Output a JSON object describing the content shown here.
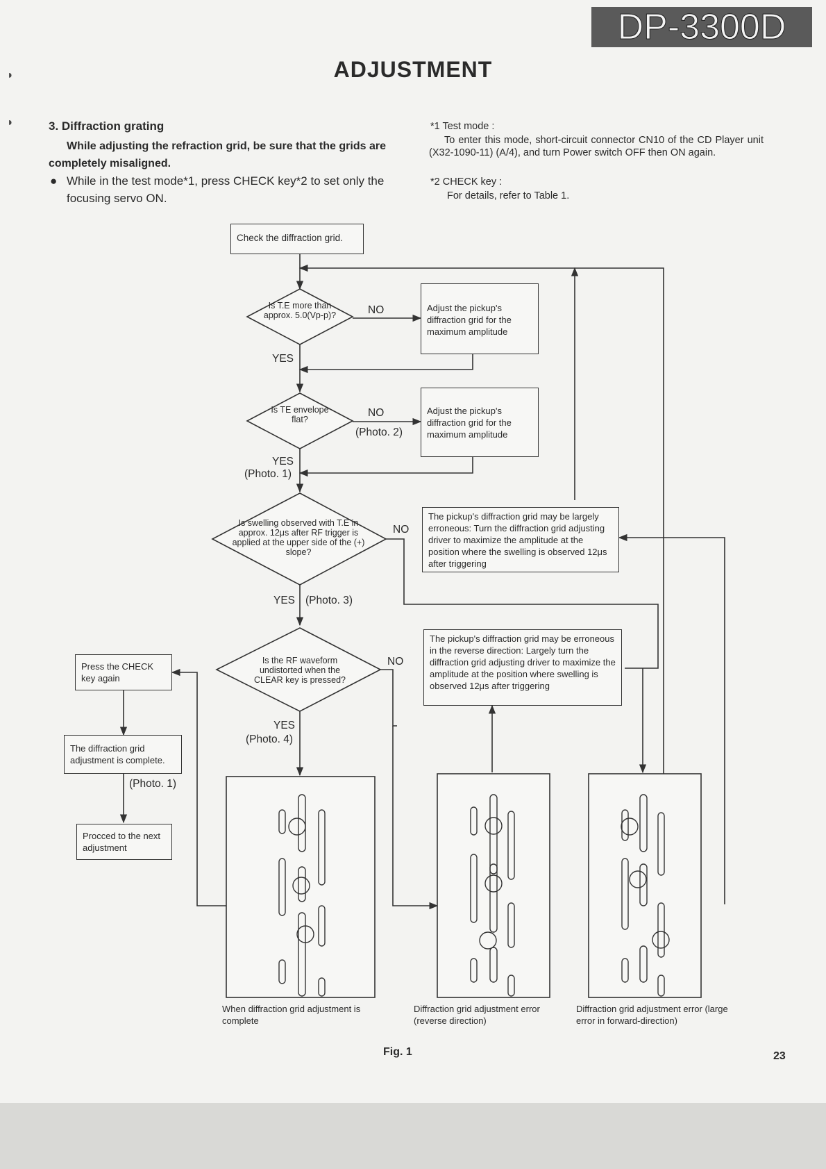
{
  "model": "DP-3300D",
  "title": "ADJUSTMENT",
  "section": {
    "heading": "3. Diffraction grating",
    "bold_text": "While adjusting the refraction grid, be sure that the grids are completely misaligned.",
    "bullet": "While in the test mode*1, press CHECK key*2 to set only the focusing servo ON."
  },
  "notes": {
    "note1_head": "*1 Test mode :",
    "note1_body": "To enter this mode, short-circuit connector CN10 of the CD Player unit (X32-1090-11) (A/4), and turn Power switch OFF then ON again.",
    "note2_head": "*2 CHECK key :",
    "note2_body": "For details, refer to Table 1."
  },
  "flow": {
    "start": "Check the diffraction grid.",
    "q1": "Is T.E more than approx. 5.0(Vp-p)?",
    "a1": "Adjust the pickup's diffraction grid for the maximum amplitude",
    "q2": "Is TE envelope flat?",
    "a2": "Adjust the pickup's diffraction grid for the maximum amplitude",
    "q3": "Is swelling observed with T.E in approx. 12μs after RF trigger is applied at the upper side of the (+) slope?",
    "a3": "The pickup's diffraction grid may be largely erroneous: Turn the diffraction grid adjusting driver to maximize the amplitude at the position where the swelling is observed 12μs after triggering",
    "q4": "Is the RF waveform undistorted when the CLEAR key is pressed?",
    "a4": "The pickup's diffraction grid may be erroneous in the reverse direction: Largely turn the diffraction grid adjusting driver to maximize the amplitude at the position where swelling is observed 12μs after triggering",
    "press_check": "Press the CHECK key again",
    "complete": "The diffraction grid adjustment is complete.",
    "proceed": "Procced to the next adjustment",
    "labels": {
      "no": "NO",
      "yes": "YES",
      "photo1": "(Photo. 1)",
      "photo2": "(Photo. 2)",
      "photo3": "(Photo. 3)",
      "photo4": "(Photo. 4)"
    }
  },
  "captions": {
    "c1": "When diffraction grid adjustment is complete",
    "c2": "Diffraction grid adjustment error (reverse direction)",
    "c3": "Diffraction grid adjustment error (large error in forward-direction)"
  },
  "figure_label": "Fig. 1",
  "page_number": "23",
  "colors": {
    "ink": "#2a2a2a",
    "paper": "#f3f3f1",
    "model_bg": "#5a5a5a"
  }
}
